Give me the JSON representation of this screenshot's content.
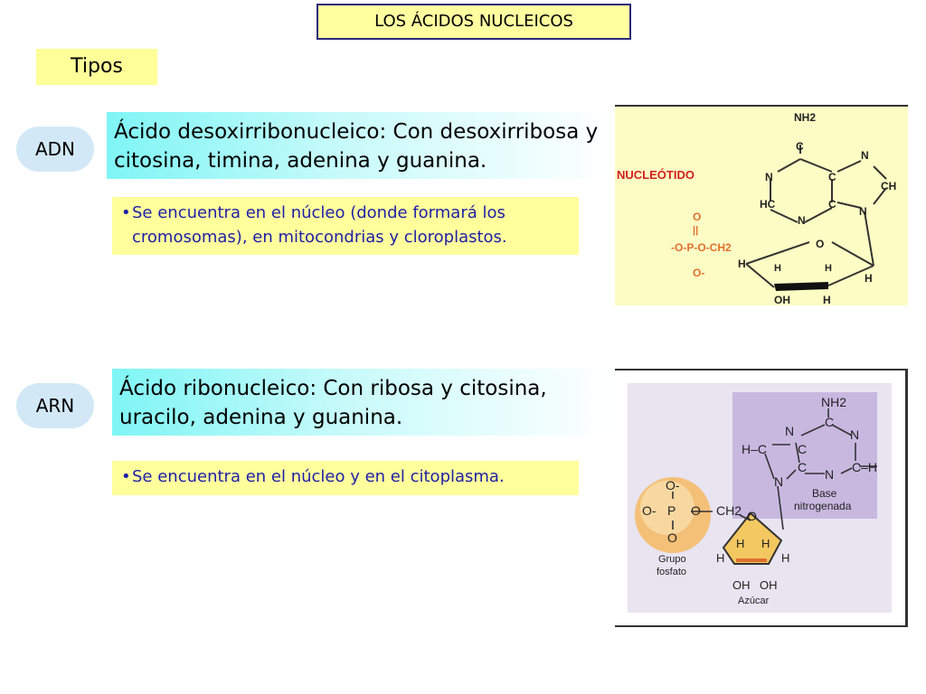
{
  "title": "LOS ÁCIDOS NUCLEICOS",
  "section_label": "Tipos",
  "adn": {
    "label": "ADN",
    "definition": "Ácido desoxirribonucleico: Con desoxirribosa y citosina, timina, adenina y guanina.",
    "note": "Se encuentra en el núcleo (donde formará los cromosomas), en mitocondrias y cloroplastos."
  },
  "arn": {
    "label": "ARN",
    "definition": "Ácido ribonucleico: Con ribosa y citosina, uracilo, adenina y guanina.",
    "note": "Se encuentra en el núcleo y en el citoplasma."
  },
  "figure1": {
    "caption": "NUCLEÓTIDO",
    "atoms": {
      "nh2": "NH2",
      "n": "N",
      "c": "C",
      "ch": "CH",
      "hc": "HC",
      "o": "O",
      "o_minus": "O-",
      "p": "P",
      "ch2": "CH2",
      "h": "H",
      "oh": "OH"
    },
    "phosphate": "-O-P-O-CH2",
    "dbl": "=",
    "bar": "||"
  },
  "figure2": {
    "atoms": {
      "nh2": "NH2",
      "n": "N",
      "c": "C",
      "h": "H",
      "o": "O",
      "o_minus": "O-",
      "p": "P",
      "ch2": "CH2",
      "oh": "OH"
    },
    "base_label_1": "Base",
    "base_label_2": "nitrogenada",
    "phosphate_label_1": "Grupo",
    "phosphate_label_2": "fosfato",
    "sugar_label": "Azúcar",
    "hc": "H–C",
    "ch": "C–H"
  },
  "colors": {
    "title_bg": "#ffffa0",
    "note_text": "#1f1fa8",
    "caption_red": "#d22020",
    "phosphate_orange": "#e07030",
    "fig2_bg": "#e8e4f0",
    "base_bg": "#c8b8e0",
    "sugar_fill": "#f4c860"
  }
}
